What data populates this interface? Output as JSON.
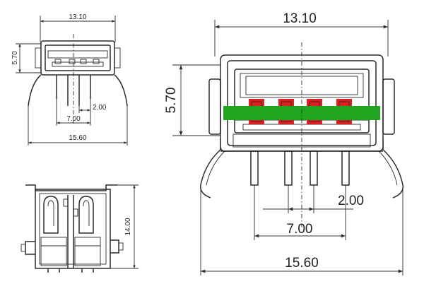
{
  "diagram": {
    "dimensions": {
      "width_top": "13.10",
      "height": "5.70",
      "pin_pitch": "2.00",
      "pin_span": "7.00",
      "total_width": "15.60",
      "side_depth": "14.00"
    },
    "colors": {
      "highlight_band": "#1fa51f",
      "pin_contacts": "#e02020",
      "line": "#2b2b2b"
    }
  }
}
